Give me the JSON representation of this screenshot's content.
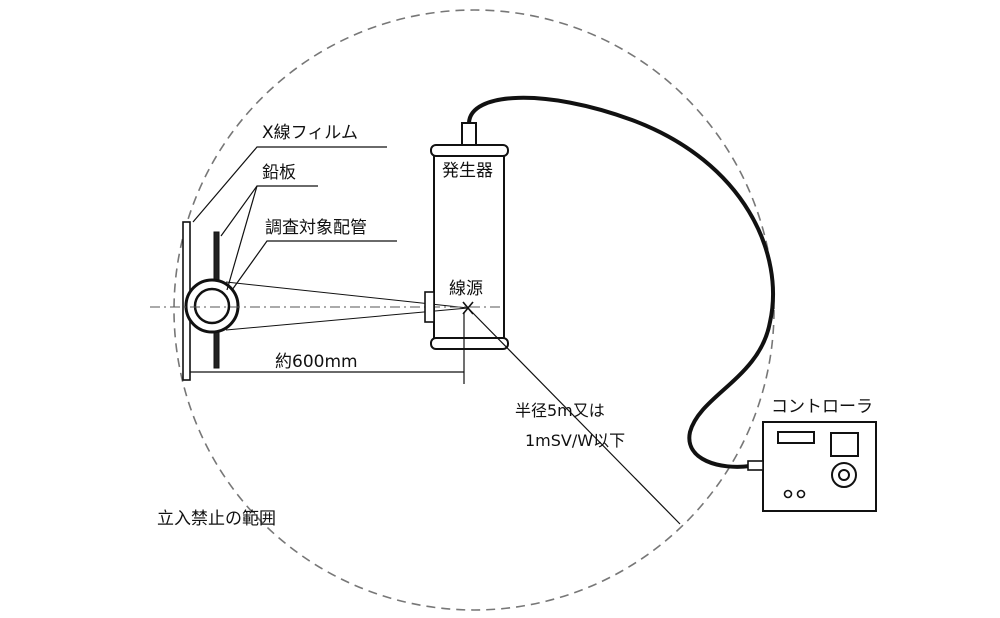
{
  "labels": {
    "xray_film": "X線フィルム",
    "lead_plate": "鉛板",
    "target_pipe": "調査対象配管",
    "generator": "発生器",
    "source": "線源",
    "distance": "約600mm",
    "radius_line1": "半径5m又は",
    "radius_line2": "1mSV/W以下",
    "controller": "コントローラ",
    "restricted_area": "立入禁止の範囲"
  },
  "colors": {
    "ink": "#111111",
    "dashed_circle": "#777777",
    "background": "#ffffff"
  }
}
